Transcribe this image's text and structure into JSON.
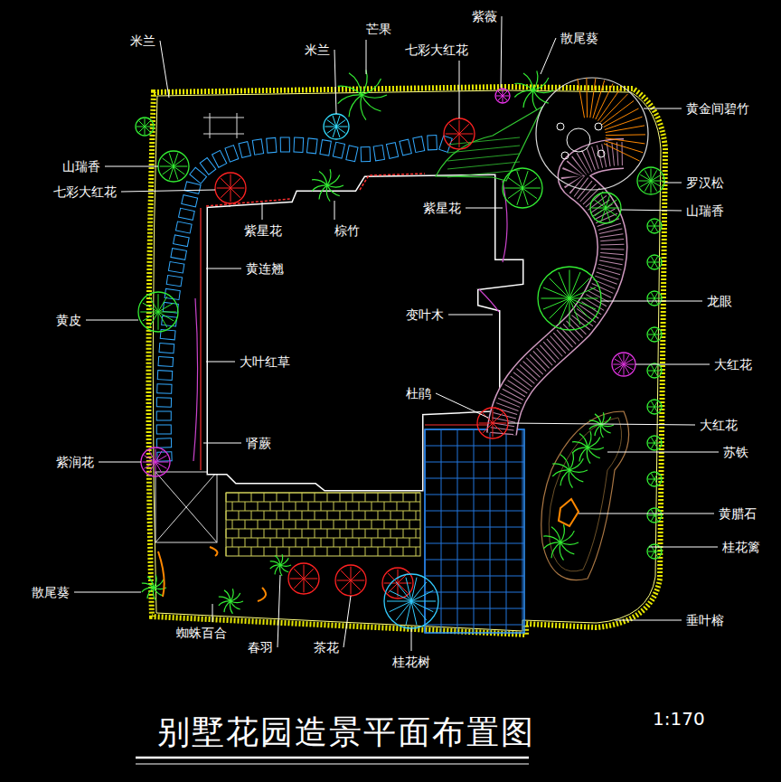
{
  "diagram": {
    "title": "别墅花园造景平面布置图",
    "labels": [
      "米兰",
      "米兰",
      "芒果",
      "紫薇",
      "七彩大红花",
      "散尾葵",
      "黄金间碧竹",
      "山瑞香",
      "七彩大红花",
      "罗汉松",
      "山瑞香",
      "紫星花",
      "棕竹",
      "紫星花",
      "黄连翘",
      "龙眼",
      "黄皮",
      "变叶木",
      "大叶红草",
      "大红花",
      "肾蕨",
      "杜鹃",
      "大红花",
      "苏铁",
      "紫润花",
      "黄腊石",
      "桂花篱",
      "散尾葵",
      "垂叶榕",
      "蜘蛛百合",
      "春羽",
      "茶花",
      "桂花树",
      "1:170"
    ]
  }
}
